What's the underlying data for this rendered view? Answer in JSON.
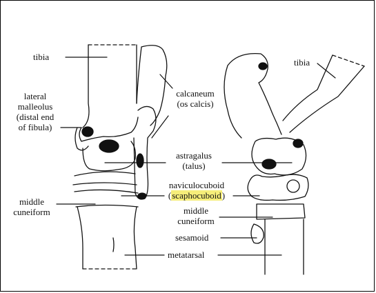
{
  "labels": {
    "tibia_left": "tibia",
    "lateral_malleolus": [
      "lateral",
      "malleolus",
      "(distal end",
      "of fibula)"
    ],
    "middle_cuneiform_left": [
      "middle",
      "cuneiform"
    ],
    "calcaneum": [
      "calcaneum",
      "(os calcis)"
    ],
    "astragalus": [
      "astragalus",
      "(talus)"
    ],
    "naviculocuboid": "naviculocuboid",
    "scaphocuboid": "scaphocuboid",
    "middle_cuneiform_right": [
      "middle",
      "cuneiform"
    ],
    "sesamoid": "sesamoid",
    "metatarsal": "metatarsal",
    "tibia_right": "tibia"
  },
  "colors": {
    "ink": "#111111",
    "highlight": "#f6ee7a"
  }
}
